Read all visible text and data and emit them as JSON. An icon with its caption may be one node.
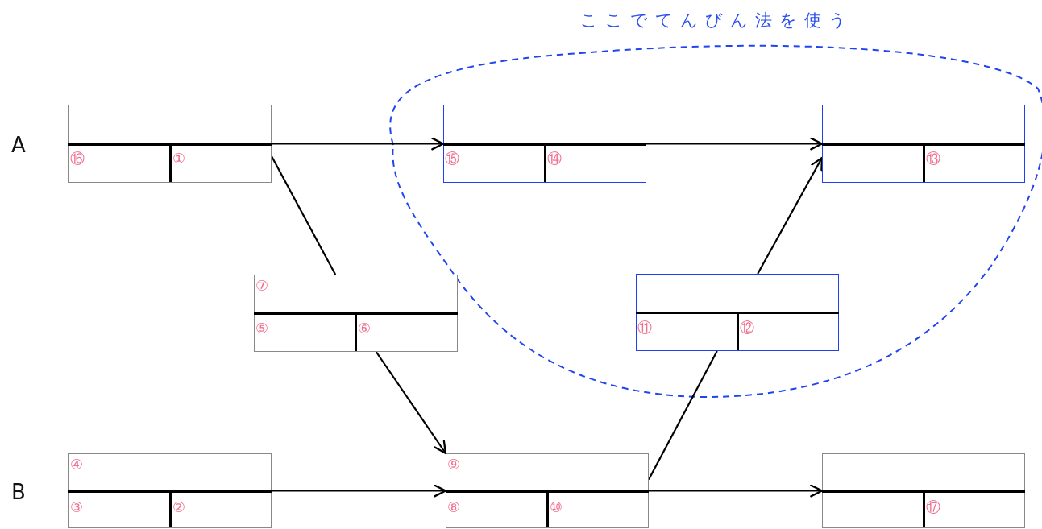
{
  "diagram": {
    "nodes": [
      {
        "text": [
          "ここでてんびん法を使う"
        ]
      },
      {
        "text": [
          "⑯",
          "①"
        ]
      },
      {
        "text": [
          "⑮",
          "⑭"
        ],
        "in": 0
      },
      {
        "text": [
          "⑬"
        ],
        "in": 0
      },
      {
        "text": [
          "⑦",
          "⑤",
          "⑥"
        ]
      },
      {
        "text": [
          "⑪",
          "⑫"
        ],
        "in": 0
      },
      {
        "text": [
          "④",
          "③",
          "②"
        ]
      },
      {
        "text": [
          "⑨",
          "⑧",
          "⑩"
        ]
      },
      {
        "text": [
          "⑰"
        ]
      }
    ],
    "edges": [
      {
        "from": 1,
        "to": 2,
        "arrow": "to"
      },
      {
        "from": 1,
        "to": 4,
        "arrow": "none"
      },
      {
        "from": 2,
        "to": 3,
        "arrow": "to"
      },
      {
        "from": 5,
        "to": 3,
        "arrow": "to"
      },
      {
        "from": 4,
        "to": 7,
        "arrow": "to"
      },
      {
        "from": 6,
        "to": 7,
        "arrow": "to"
      },
      {
        "from": 7,
        "to": 5,
        "arrow": "none"
      },
      {
        "from": 7,
        "to": 8,
        "arrow": "to"
      }
    ],
    "labels": [
      "A",
      "B"
    ]
  }
}
